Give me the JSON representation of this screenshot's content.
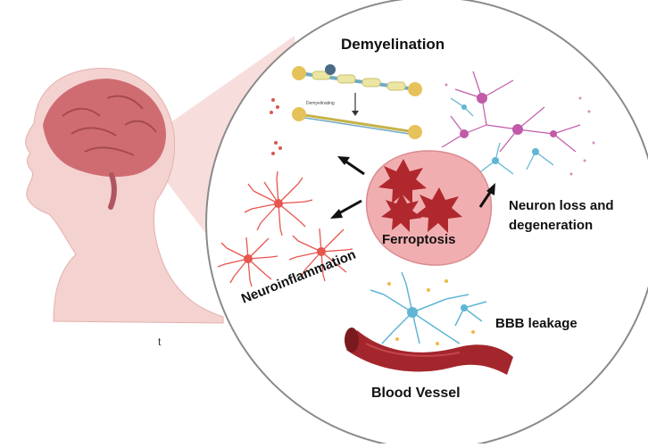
{
  "labels": {
    "demyelination": "Demyelination",
    "neuron_loss_line1": "Neuron loss and",
    "neuron_loss_line2": "degeneration",
    "ferroptosis": "Ferroptosis",
    "neuroinflammation": "Neuroinflammation",
    "bbb_leakage": "BBB leakage",
    "blood_vessel": "Blood Vessel",
    "stray_t": "t",
    "demyelinating_small": "Demyelinating"
  },
  "colors": {
    "cone_fill": "#f6d8d6",
    "head_skin": "#f3d2cf",
    "brain": "#cf6c72",
    "ferroptosis_cell": "#f1aeb0",
    "ferroptosis_star": "#b0282e",
    "microglia": "#e8554f",
    "neuron_purple": "#c15aa8",
    "neuron_blue": "#5fb6d3",
    "vessel": "#a3262c",
    "arrow": "#111111"
  }
}
